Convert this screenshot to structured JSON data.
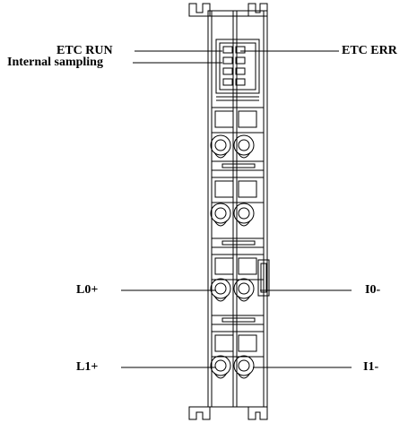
{
  "labels": {
    "etc_run": "ETC RUN",
    "internal_sampling": "Internal sampling",
    "etc_err": "ETC ERR",
    "l0_plus": "L0+",
    "i0_minus": "I0-",
    "l1_plus": "L1+",
    "i1_minus": "I1-"
  },
  "colors": {
    "stroke": "#000000",
    "background": "#ffffff"
  }
}
